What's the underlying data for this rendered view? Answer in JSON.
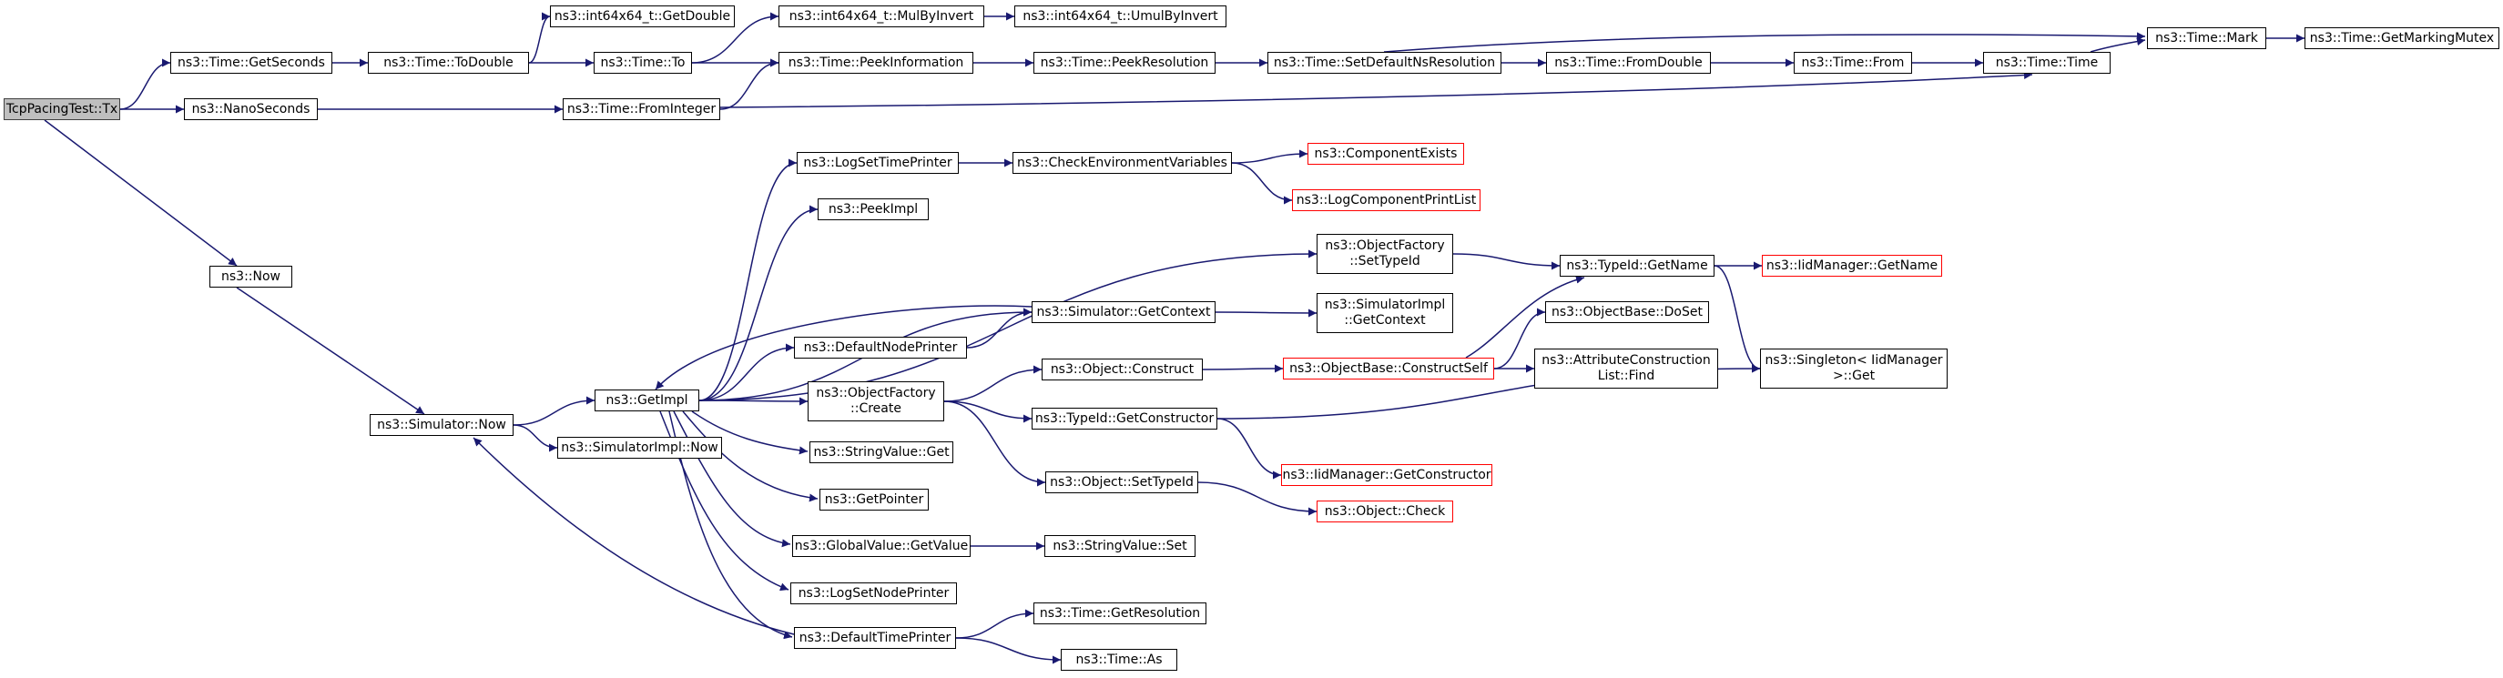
{
  "colors": {
    "edge": "#191970",
    "root_fill": "#bfbfbf",
    "truncated_border": "#ff0000",
    "border": "#000000"
  },
  "nodes": [
    {
      "id": "tx",
      "label": "TcpPacingTest::Tx",
      "style": "root"
    },
    {
      "id": "getseconds",
      "label": "ns3::Time::GetSeconds",
      "style": "normal"
    },
    {
      "id": "nanoseconds",
      "label": "ns3::NanoSeconds",
      "style": "normal"
    },
    {
      "id": "now",
      "label": "ns3::Now",
      "style": "normal"
    },
    {
      "id": "todouble",
      "label": "ns3::Time::ToDouble",
      "style": "normal"
    },
    {
      "id": "getdouble",
      "label": "ns3::int64x64_t::GetDouble",
      "style": "normal"
    },
    {
      "id": "to",
      "label": "ns3::Time::To",
      "style": "normal"
    },
    {
      "id": "mulbyinvert",
      "label": "ns3::int64x64_t::MulByInvert",
      "style": "normal"
    },
    {
      "id": "umulbyinvert",
      "label": "ns3::int64x64_t::UmulByInvert",
      "style": "normal"
    },
    {
      "id": "peekinformation",
      "label": "ns3::Time::PeekInformation",
      "style": "normal"
    },
    {
      "id": "peekresolution",
      "label": "ns3::Time::PeekResolution",
      "style": "normal"
    },
    {
      "id": "setdefaultns",
      "label": "ns3::Time::SetDefaultNsResolution",
      "style": "normal"
    },
    {
      "id": "fromdouble",
      "label": "ns3::Time::FromDouble",
      "style": "normal"
    },
    {
      "id": "from",
      "label": "ns3::Time::From",
      "style": "normal"
    },
    {
      "id": "timetime",
      "label": "ns3::Time::Time",
      "style": "normal"
    },
    {
      "id": "mark",
      "label": "ns3::Time::Mark",
      "style": "normal"
    },
    {
      "id": "getmarkingmutex",
      "label": "ns3::Time::GetMarkingMutex",
      "style": "normal"
    },
    {
      "id": "frominteger",
      "label": "ns3::Time::FromInteger",
      "style": "normal"
    },
    {
      "id": "simnow",
      "label": "ns3::Simulator::Now",
      "style": "normal"
    },
    {
      "id": "simimplnow",
      "label": "ns3::SimulatorImpl::Now",
      "style": "normal"
    },
    {
      "id": "getimpl",
      "label": "ns3::GetImpl",
      "style": "normal"
    },
    {
      "id": "logsettimeprinter",
      "label": "ns3::LogSetTimePrinter",
      "style": "normal"
    },
    {
      "id": "peekimpl",
      "label": "ns3::PeekImpl",
      "style": "normal"
    },
    {
      "id": "checkenv",
      "label": "ns3::CheckEnvironmentVariables",
      "style": "normal"
    },
    {
      "id": "componentexists",
      "label": "ns3::ComponentExists",
      "style": "truncated"
    },
    {
      "id": "logcomponentprintlist",
      "label": "ns3::LogComponentPrintList",
      "style": "truncated"
    },
    {
      "id": "objfactsettypeid",
      "label": "ns3::ObjectFactory\n::SetTypeId",
      "style": "normal"
    },
    {
      "id": "typeidgetname",
      "label": "ns3::TypeId::GetName",
      "style": "normal"
    },
    {
      "id": "iidmgrgetname",
      "label": "ns3::IidManager::GetName",
      "style": "truncated"
    },
    {
      "id": "simgetcontext",
      "label": "ns3::Simulator::GetContext",
      "style": "normal"
    },
    {
      "id": "simimplgetcontext",
      "label": "ns3::SimulatorImpl\n::GetContext",
      "style": "normal"
    },
    {
      "id": "defaultnodeprinter",
      "label": "ns3::DefaultNodePrinter",
      "style": "normal"
    },
    {
      "id": "objectbasedoset",
      "label": "ns3::ObjectBase::DoSet",
      "style": "normal"
    },
    {
      "id": "objfactcreate",
      "label": "ns3::ObjectFactory\n::Create",
      "style": "normal"
    },
    {
      "id": "objectconstruct",
      "label": "ns3::Object::Construct",
      "style": "normal"
    },
    {
      "id": "constructself",
      "label": "ns3::ObjectBase::ConstructSelf",
      "style": "truncated"
    },
    {
      "id": "attrconstructfind",
      "label": "ns3::AttributeConstruction\nList::Find",
      "style": "normal"
    },
    {
      "id": "singletonget",
      "label": "ns3::Singleton< IidManager\n>::Get",
      "style": "normal"
    },
    {
      "id": "typeidgetconstructor",
      "label": "ns3::TypeId::GetConstructor",
      "style": "normal"
    },
    {
      "id": "stringvalueget",
      "label": "ns3::StringValue::Get",
      "style": "normal"
    },
    {
      "id": "iidmgrgetconstructor",
      "label": "ns3::IidManager::GetConstructor",
      "style": "truncated"
    },
    {
      "id": "objectsettypeid",
      "label": "ns3::Object::SetTypeId",
      "style": "normal"
    },
    {
      "id": "getpointer",
      "label": "ns3::GetPointer",
      "style": "normal"
    },
    {
      "id": "objectcheck",
      "label": "ns3::Object::Check",
      "style": "truncated"
    },
    {
      "id": "globalvaluegetvalue",
      "label": "ns3::GlobalValue::GetValue",
      "style": "normal"
    },
    {
      "id": "stringvalueset",
      "label": "ns3::StringValue::Set",
      "style": "normal"
    },
    {
      "id": "logsetnodeprinter",
      "label": "ns3::LogSetNodePrinter",
      "style": "normal"
    },
    {
      "id": "defaulttimeprinter",
      "label": "ns3::DefaultTimePrinter",
      "style": "normal"
    },
    {
      "id": "timegetresolution",
      "label": "ns3::Time::GetResolution",
      "style": "normal"
    },
    {
      "id": "timeas",
      "label": "ns3::Time::As",
      "style": "normal"
    }
  ],
  "edges": [
    [
      "tx",
      "getseconds"
    ],
    [
      "tx",
      "nanoseconds"
    ],
    [
      "tx",
      "now"
    ],
    [
      "getseconds",
      "todouble"
    ],
    [
      "todouble",
      "getdouble"
    ],
    [
      "todouble",
      "to"
    ],
    [
      "to",
      "mulbyinvert"
    ],
    [
      "to",
      "peekinformation"
    ],
    [
      "mulbyinvert",
      "umulbyinvert"
    ],
    [
      "peekinformation",
      "peekresolution"
    ],
    [
      "peekresolution",
      "setdefaultns"
    ],
    [
      "setdefaultns",
      "mark"
    ],
    [
      "setdefaultns",
      "fromdouble"
    ],
    [
      "fromdouble",
      "from"
    ],
    [
      "from",
      "timetime"
    ],
    [
      "timetime",
      "mark"
    ],
    [
      "mark",
      "getmarkingmutex"
    ],
    [
      "nanoseconds",
      "frominteger"
    ],
    [
      "frominteger",
      "peekinformation"
    ],
    [
      "frominteger",
      "timetime"
    ],
    [
      "now",
      "simnow"
    ],
    [
      "simnow",
      "getimpl"
    ],
    [
      "simnow",
      "simimplnow"
    ],
    [
      "getimpl",
      "logsettimeprinter"
    ],
    [
      "getimpl",
      "peekimpl"
    ],
    [
      "getimpl",
      "objfactsettypeid"
    ],
    [
      "getimpl",
      "simgetcontext"
    ],
    [
      "getimpl",
      "defaultnodeprinter"
    ],
    [
      "getimpl",
      "objfactcreate"
    ],
    [
      "getimpl",
      "stringvalueget"
    ],
    [
      "getimpl",
      "getpointer"
    ],
    [
      "getimpl",
      "globalvaluegetvalue"
    ],
    [
      "getimpl",
      "logsetnodeprinter"
    ],
    [
      "getimpl",
      "defaulttimeprinter"
    ],
    [
      "logsettimeprinter",
      "checkenv"
    ],
    [
      "checkenv",
      "componentexists"
    ],
    [
      "checkenv",
      "logcomponentprintlist"
    ],
    [
      "objfactsettypeid",
      "typeidgetname"
    ],
    [
      "typeidgetname",
      "iidmgrgetname"
    ],
    [
      "typeidgetname",
      "singletonget"
    ],
    [
      "simgetcontext",
      "simimplgetcontext"
    ],
    [
      "simgetcontext",
      "getimpl"
    ],
    [
      "defaultnodeprinter",
      "simgetcontext"
    ],
    [
      "objfactcreate",
      "objectconstruct"
    ],
    [
      "objfactcreate",
      "typeidgetconstructor"
    ],
    [
      "objfactcreate",
      "objectsettypeid"
    ],
    [
      "objectconstruct",
      "constructself"
    ],
    [
      "constructself",
      "objectbasedoset"
    ],
    [
      "constructself",
      "attrconstructfind"
    ],
    [
      "constructself",
      "typeidgetname"
    ],
    [
      "typeidgetconstructor",
      "singletonget"
    ],
    [
      "typeidgetconstructor",
      "iidmgrgetconstructor"
    ],
    [
      "objectsettypeid",
      "objectcheck"
    ],
    [
      "globalvaluegetvalue",
      "stringvalueset"
    ],
    [
      "defaulttimeprinter",
      "simnow"
    ],
    [
      "defaulttimeprinter",
      "timegetresolution"
    ],
    [
      "defaulttimeprinter",
      "timeas"
    ]
  ]
}
